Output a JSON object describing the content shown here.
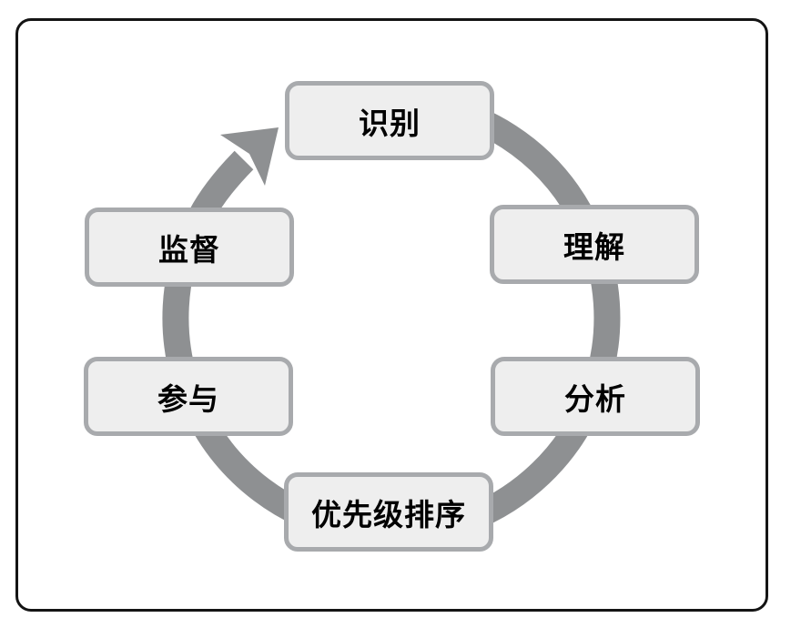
{
  "diagram": {
    "kind": "cycle",
    "direction": "clockwise",
    "nodes": [
      {
        "id": "identify",
        "label": "识别"
      },
      {
        "id": "understand",
        "label": "理解"
      },
      {
        "id": "analyze",
        "label": "分析"
      },
      {
        "id": "prioritize",
        "label": "优先级排序"
      },
      {
        "id": "engage",
        "label": "参与"
      },
      {
        "id": "monitor",
        "label": "监督"
      }
    ],
    "colors": {
      "arrow": "#8E9092",
      "node-fill": "#EEEEEE",
      "node-border": "#A8AAAD",
      "node-text": "#000000",
      "frame-border": "#141414",
      "background": "#FFFFFF"
    }
  }
}
